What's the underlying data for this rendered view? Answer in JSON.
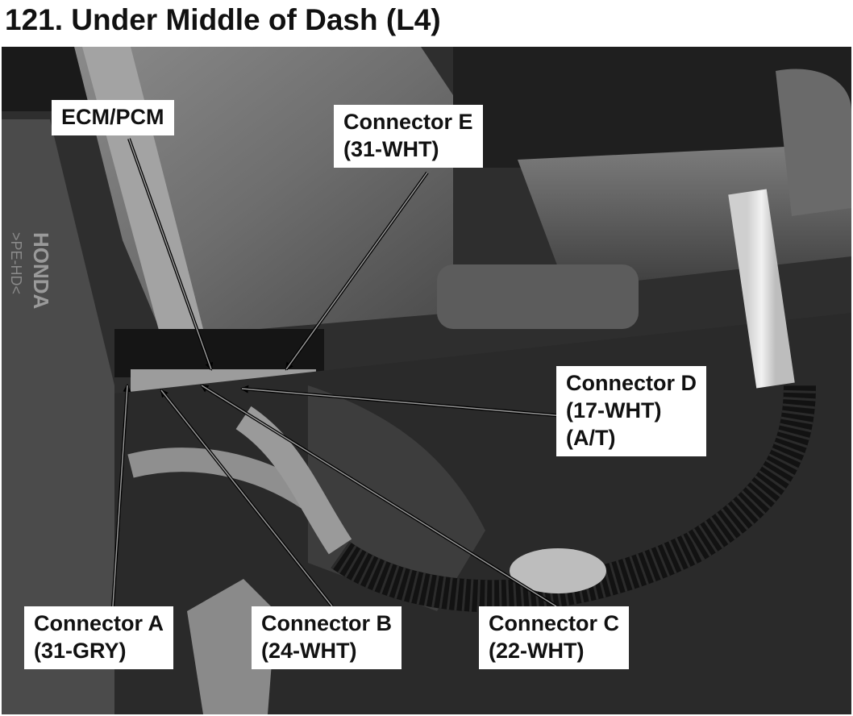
{
  "title": "121. Under Middle of Dash (L4)",
  "photo": {
    "brand_marking": "HONDA",
    "part_marking": ">PE-HD<"
  },
  "callouts": {
    "ecm": {
      "line1": "ECM/PCM"
    },
    "connector_e": {
      "line1": "Connector E",
      "line2": "(31-WHT)"
    },
    "connector_d": {
      "line1": "Connector D",
      "line2": "(17-WHT)",
      "line3": "(A/T)"
    },
    "connector_a": {
      "line1": "Connector A",
      "line2": "(31-GRY)"
    },
    "connector_b": {
      "line1": "Connector B",
      "line2": "(24-WHT)"
    },
    "connector_c": {
      "line1": "Connector C",
      "line2": "(22-WHT)"
    }
  }
}
